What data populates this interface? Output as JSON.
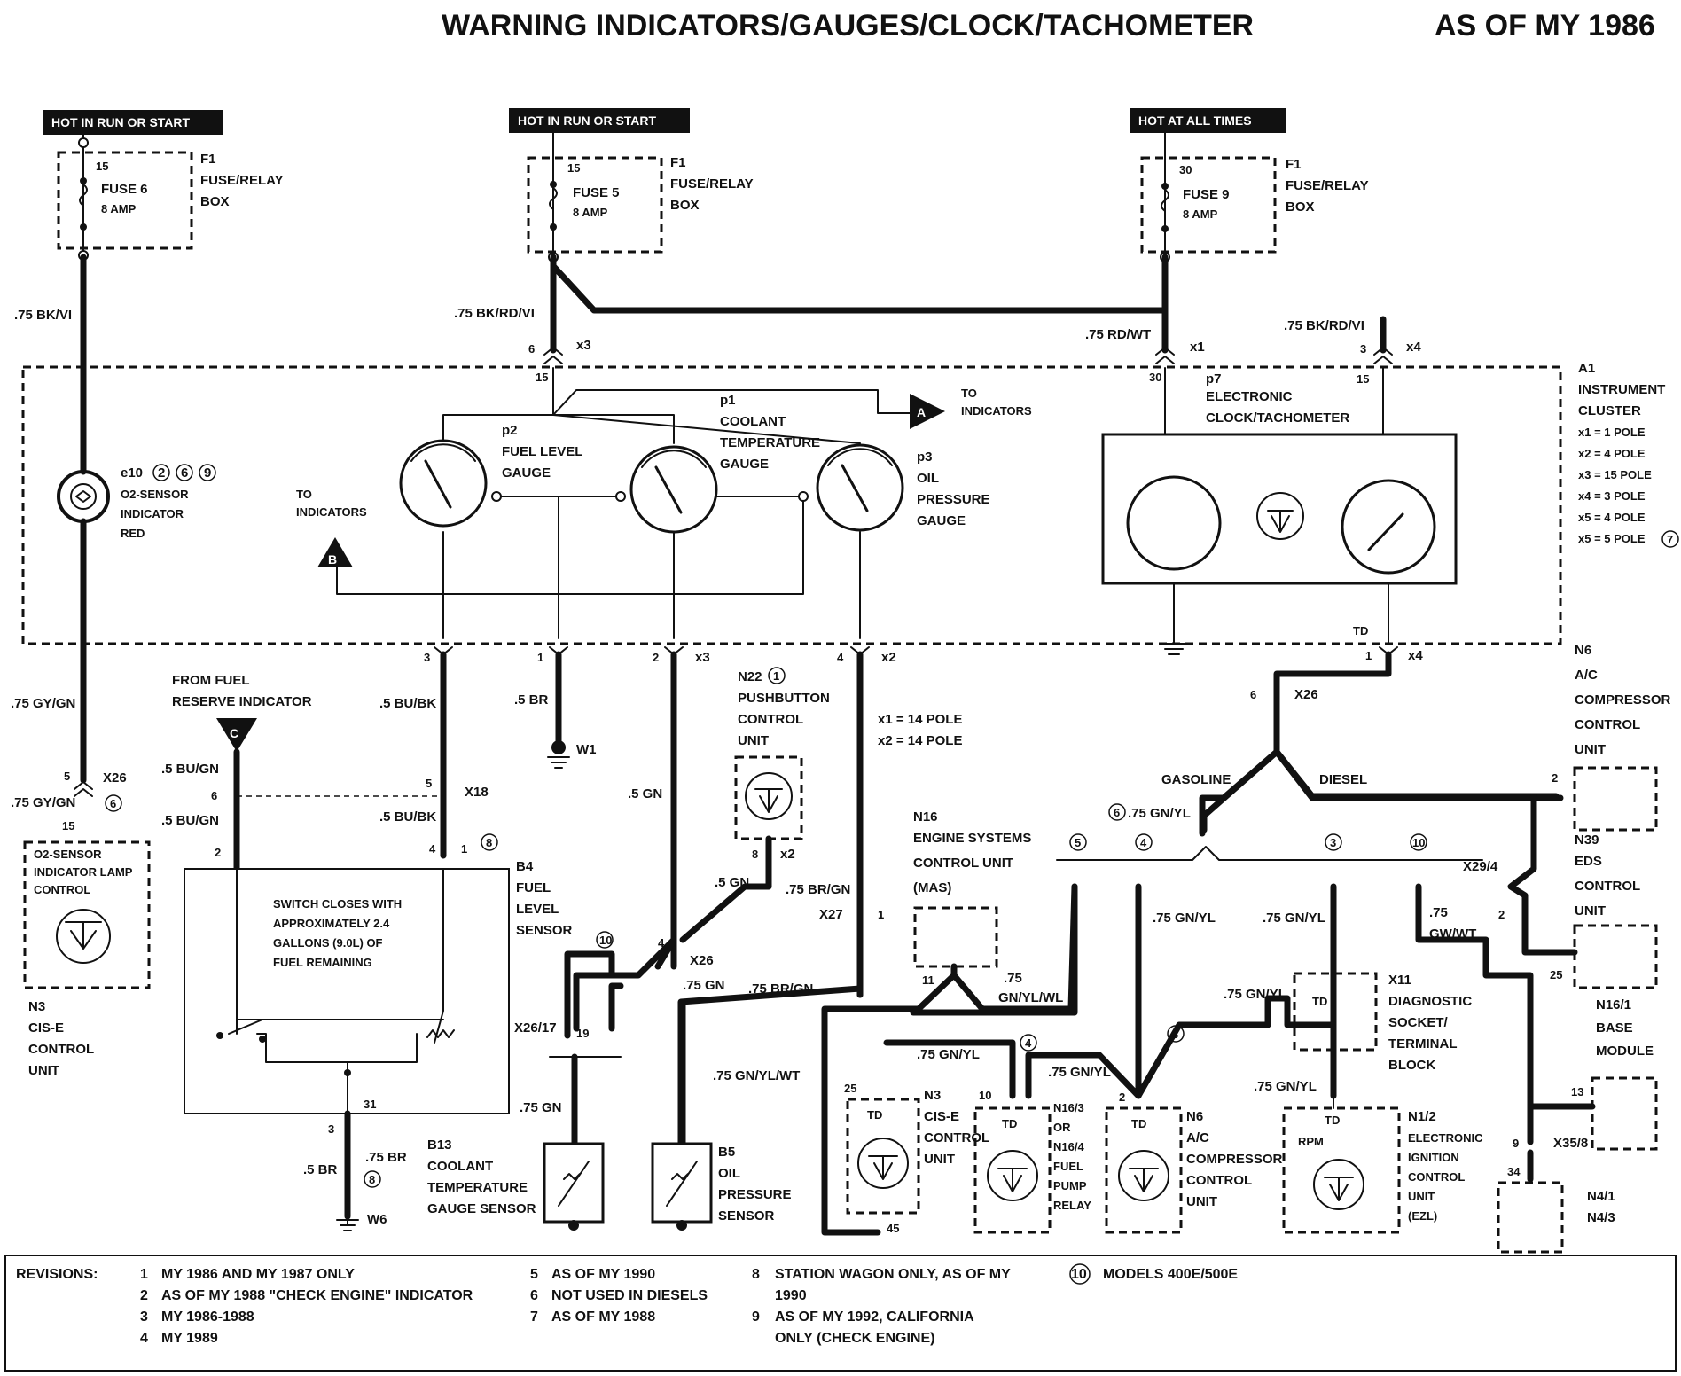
{
  "title": "WARNING INDICATORS/GAUGES/CLOCK/TACHOMETER",
  "model_year": "AS OF MY 1986",
  "power_labels": [
    "HOT IN RUN OR START",
    "HOT IN RUN OR START",
    "HOT AT ALL TIMES"
  ],
  "fuses": [
    {
      "pin": "15",
      "name": "FUSE 6",
      "rating": "8 AMP",
      "box_id": "F1",
      "box_l1": "FUSE/RELAY",
      "box_l2": "BOX"
    },
    {
      "pin": "15",
      "name": "FUSE 5",
      "rating": "8 AMP",
      "box_id": "F1",
      "box_l1": "FUSE/RELAY",
      "box_l2": "BOX"
    },
    {
      "pin": "30",
      "name": "FUSE 9",
      "rating": "8 AMP",
      "box_id": "F1",
      "box_l1": "FUSE/RELAY",
      "box_l2": "BOX"
    }
  ],
  "wires": {
    "w1": ".75 BK/VI",
    "w2": ".75 BK/RD/VI",
    "w3": ".75 RD/WT",
    "w4": ".75 BK/RD/VI",
    "w5": ".75 GY/GN",
    "w6": ".75 GY/GN",
    "w7": ".5 BU/BK",
    "w8": ".5 BU/BK",
    "w9": ".5 BU/GN",
    "w10": ".5 BU/GN",
    "w11": ".5 BR",
    "w12": ".5 GN",
    "w13": ".5 GN",
    "w14": ".75 BR/GN",
    "w15": ".75 GN",
    "w16": ".75 BR/GN",
    "w17": ".75 GN/YL/WT",
    "w18": ".75 GN",
    "w19": ".5 BR",
    "w20": ".75 BR",
    "w21": ".75 GN/YL",
    "w22": ".75 GN/YL",
    "w23": ".75",
    "w24": "GN/YL/WL",
    "w25": ".75 GN/YL",
    "w26": ".75 GN/YL",
    "w27": ".75 GN/YL",
    "w28": ".75 GN/YL",
    "w29": ".75",
    "w30": "GW/WT",
    "w31": ".75 GN/YL"
  },
  "connectors": {
    "c_x3_top": "x3",
    "c_x1": "x1",
    "c_x4_top": "x4",
    "c_x3_bot": "x3",
    "c_x2": "x2",
    "c_x4_bot": "x4",
    "c_x26_a": "X26",
    "c_x26_b": "X26",
    "c_x26_c": "X26",
    "c_x18": "X18",
    "c_x2_n22": "x2",
    "c_x27": "X27",
    "c_x26_17": "X26/17",
    "c_x29": "X29/4",
    "c_x35": "X35/8",
    "c_w1": "W1",
    "c_w6": "W6"
  },
  "pins": {
    "p6": "6",
    "p15a": "15",
    "p30": "30",
    "p3a": "3",
    "p15b": "15",
    "p3": "3",
    "p1": "1",
    "p2": "2",
    "p4": "4",
    "p1x4": "1",
    "p6x26": "6",
    "p5": "5",
    "p6b": "6",
    "p15c": "15",
    "p5b": "5",
    "p4b": "4",
    "p1b": "1",
    "p2b": "2",
    "p8": "8",
    "p4c": "4",
    "p1c": "1",
    "p17": "19",
    "p31": "31",
    "p3b": "3",
    "p11": "11",
    "p25": "25",
    "p45": "45",
    "p10": "10",
    "p2c": "2",
    "p2d": "2",
    "p2e": "2",
    "p25b": "25",
    "p13": "13",
    "p9": "9",
    "p34": "34"
  },
  "cluster": {
    "id": "A1",
    "name1": "INSTRUMENT",
    "name2": "CLUSTER",
    "poles": [
      "x1 = 1 POLE",
      "x2 = 4 POLE",
      "x3 = 15 POLE",
      "x4 = 3 POLE",
      "x5 = 4 POLE",
      "x5 = 5 POLE"
    ],
    "pole_note": "7",
    "to_indicators_a": "TO",
    "to_indicators_a2": "INDICATORS",
    "to_indicators_b": "TO",
    "to_indicators_b2": "INDICATORS",
    "tag_a": "A",
    "tag_b": "B",
    "e10_id": "e10",
    "e10_notes": [
      "2",
      "6",
      "9"
    ],
    "e10_l1": "O2-SENSOR",
    "e10_l2": "INDICATOR",
    "e10_l3": "RED",
    "p2_id": "p2",
    "p2_l1": "FUEL LEVEL",
    "p2_l2": "GAUGE",
    "p1_id": "p1",
    "p1_l1": "COOLANT",
    "p1_l2": "TEMPERATURE",
    "p1_l3": "GAUGE",
    "p3_id": "p3",
    "p3_l1": "OIL",
    "p3_l2": "PRESSURE",
    "p3_l3": "GAUGE",
    "p7_id": "p7",
    "p7_l1": "ELECTRONIC",
    "p7_l2": "CLOCK/TACHOMETER",
    "td": "TD"
  },
  "components": {
    "n3a_id": "N3",
    "n3a_l1": "CIS-E",
    "n3a_l2": "CONTROL",
    "n3a_l3": "UNIT",
    "n3a_box1": "O2-SENSOR",
    "n3a_box2": "INDICATOR LAMP",
    "n3a_box3": "CONTROL",
    "fuel_res1": "FROM FUEL",
    "fuel_res2": "RESERVE INDICATOR",
    "tag_c": "C",
    "b4_id": "B4",
    "b4_l1": "FUEL",
    "b4_l2": "LEVEL",
    "b4_l3": "SENSOR",
    "b4_note1": "SWITCH CLOSES WITH",
    "b4_note2": "APPROXIMATELY 2.4",
    "b4_note3": "GALLONS (9.0L) OF",
    "b4_note4": "FUEL REMAINING",
    "n22_id": "N22",
    "n22_note": "1",
    "n22_l1": "PUSHBUTTON",
    "n22_l2": "CONTROL",
    "n22_l3": "UNIT",
    "x1x2a": "x1 = 14 POLE",
    "x1x2b": "x2 = 14 POLE",
    "b13_id": "B13",
    "b13_l1": "COOLANT",
    "b13_l2": "TEMPERATURE",
    "b13_l3": "GAUGE SENSOR",
    "b5_id": "B5",
    "b5_l1": "OIL",
    "b5_l2": "PRESSURE",
    "b5_l3": "SENSOR",
    "n16_id": "N16",
    "n16_l1": "ENGINE SYSTEMS",
    "n16_l2": "CONTROL UNIT",
    "n16_l3": "(MAS)",
    "n3b_id": "N3",
    "n3b_l1": "CIS-E",
    "n3b_l2": "CONTROL",
    "n3b_l3": "UNIT",
    "n163_l1": "N16/3",
    "n163_l2": "OR",
    "n163_l3": "N16/4",
    "n163_l4": "FUEL",
    "n163_l5": "PUMP",
    "n163_l6": "RELAY",
    "n6b_id": "N6",
    "n6b_l1": "A/C",
    "n6b_l2": "COMPRESSOR",
    "n6b_l3": "CONTROL",
    "n6b_l4": "UNIT",
    "n12_id": "N1/2",
    "n12_l1": "ELECTRONIC",
    "n12_l2": "IGNITION",
    "n12_l3": "CONTROL",
    "n12_l4": "UNIT",
    "n12_l5": "(EZL)",
    "rpm": "RPM",
    "x11_id": "X11",
    "x11_l1": "DIAGNOSTIC",
    "x11_l2": "SOCKET/",
    "x11_l3": "TERMINAL",
    "x11_l4": "BLOCK",
    "n6a_id": "N6",
    "n6a_l1": "A/C",
    "n6a_l2": "COMPRESSOR",
    "n6a_l3": "CONTROL",
    "n6a_l4": "UNIT",
    "n39_id": "N39",
    "n39_l1": "EDS",
    "n39_l2": "CONTROL",
    "n39_l3": "UNIT",
    "n161_id": "N16/1",
    "n161_l1": "BASE",
    "n161_l2": "MODULE",
    "n41": "N4/1",
    "n43": "N4/3",
    "gasoline": "GASOLINE",
    "diesel": "DIESEL",
    "branch_notes": [
      "5",
      "4",
      "3",
      "10"
    ],
    "note6": "6",
    "note8": "8",
    "note8b": "8",
    "note10": "10",
    "note4": "4",
    "note3": "3",
    "td1": "TD",
    "td2": "TD",
    "td3": "TD",
    "td4": "TD",
    "td5": "TD"
  },
  "revisions": {
    "label": "REVISIONS:",
    "items": [
      {
        "n": "1",
        "text": "MY 1986 AND MY 1987 ONLY"
      },
      {
        "n": "2",
        "text": "AS OF MY 1988 \"CHECK ENGINE\" INDICATOR"
      },
      {
        "n": "3",
        "text": "MY 1986-1988"
      },
      {
        "n": "4",
        "text": "MY 1989"
      },
      {
        "n": "5",
        "text": "AS OF MY 1990"
      },
      {
        "n": "6",
        "text": "NOT USED IN DIESELS"
      },
      {
        "n": "7",
        "text": "AS OF MY 1988"
      },
      {
        "n": "8",
        "text": "STATION WAGON ONLY, AS OF MY"
      },
      {
        "n": "8b",
        "text": "1990"
      },
      {
        "n": "9",
        "text": "AS OF MY 1992, CALIFORNIA"
      },
      {
        "n": "9b",
        "text": "ONLY (CHECK ENGINE)"
      },
      {
        "n": "10",
        "text": "MODELS 400E/500E"
      }
    ]
  }
}
